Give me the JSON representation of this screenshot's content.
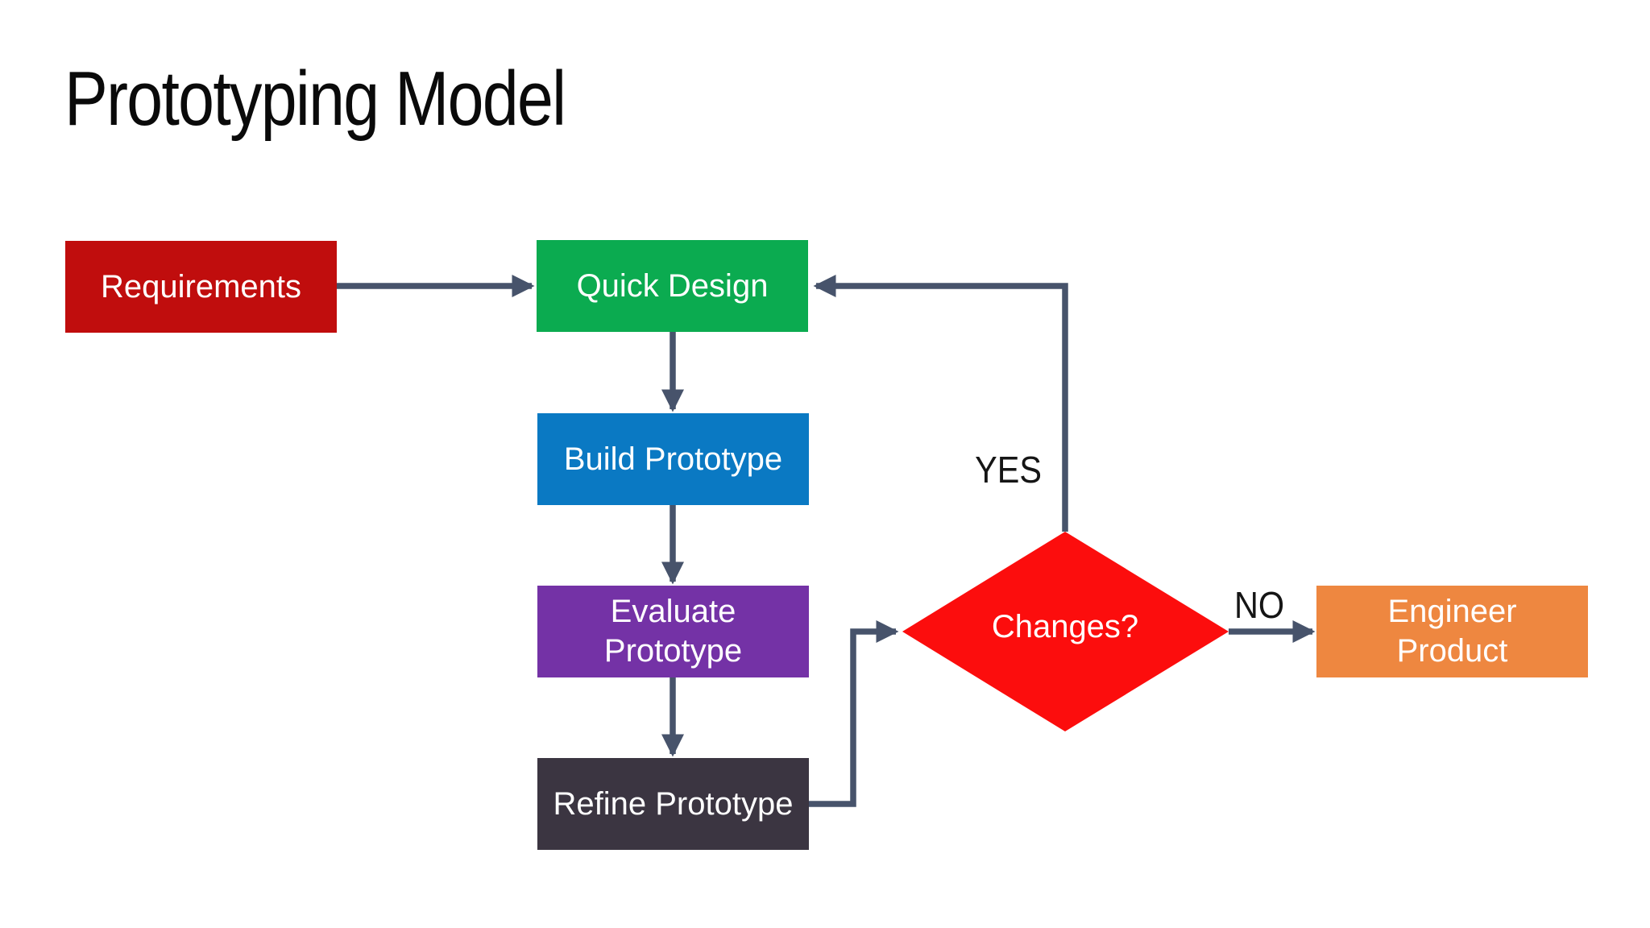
{
  "title": "Prototyping Model",
  "nodes": {
    "requirements": {
      "label": "Requirements"
    },
    "quick_design": {
      "label": "Quick Design"
    },
    "build_prototype": {
      "label": "Build Prototype"
    },
    "evaluate_prototype": {
      "label": "Evaluate\nPrototype"
    },
    "refine_prototype": {
      "label": "Refine Prototype"
    },
    "engineer_product": {
      "label": "Engineer\nProduct"
    },
    "changes_decision": {
      "label": "Changes?"
    }
  },
  "edge_labels": {
    "yes": "YES",
    "no": "NO"
  },
  "colors": {
    "background": "#ffffff",
    "title_text": "#0a0a0a",
    "node_text": "#ffffff",
    "edge_label_text": "#151515",
    "connector": "#47536b",
    "requirements": "#c00d0d",
    "quick_design": "#0bab50",
    "build_prototype": "#0a79c3",
    "evaluate_prototype": "#7432a6",
    "refine_prototype": "#3b3541",
    "engineer_product": "#ee8740",
    "changes_diamond": "#fc0d0d"
  }
}
